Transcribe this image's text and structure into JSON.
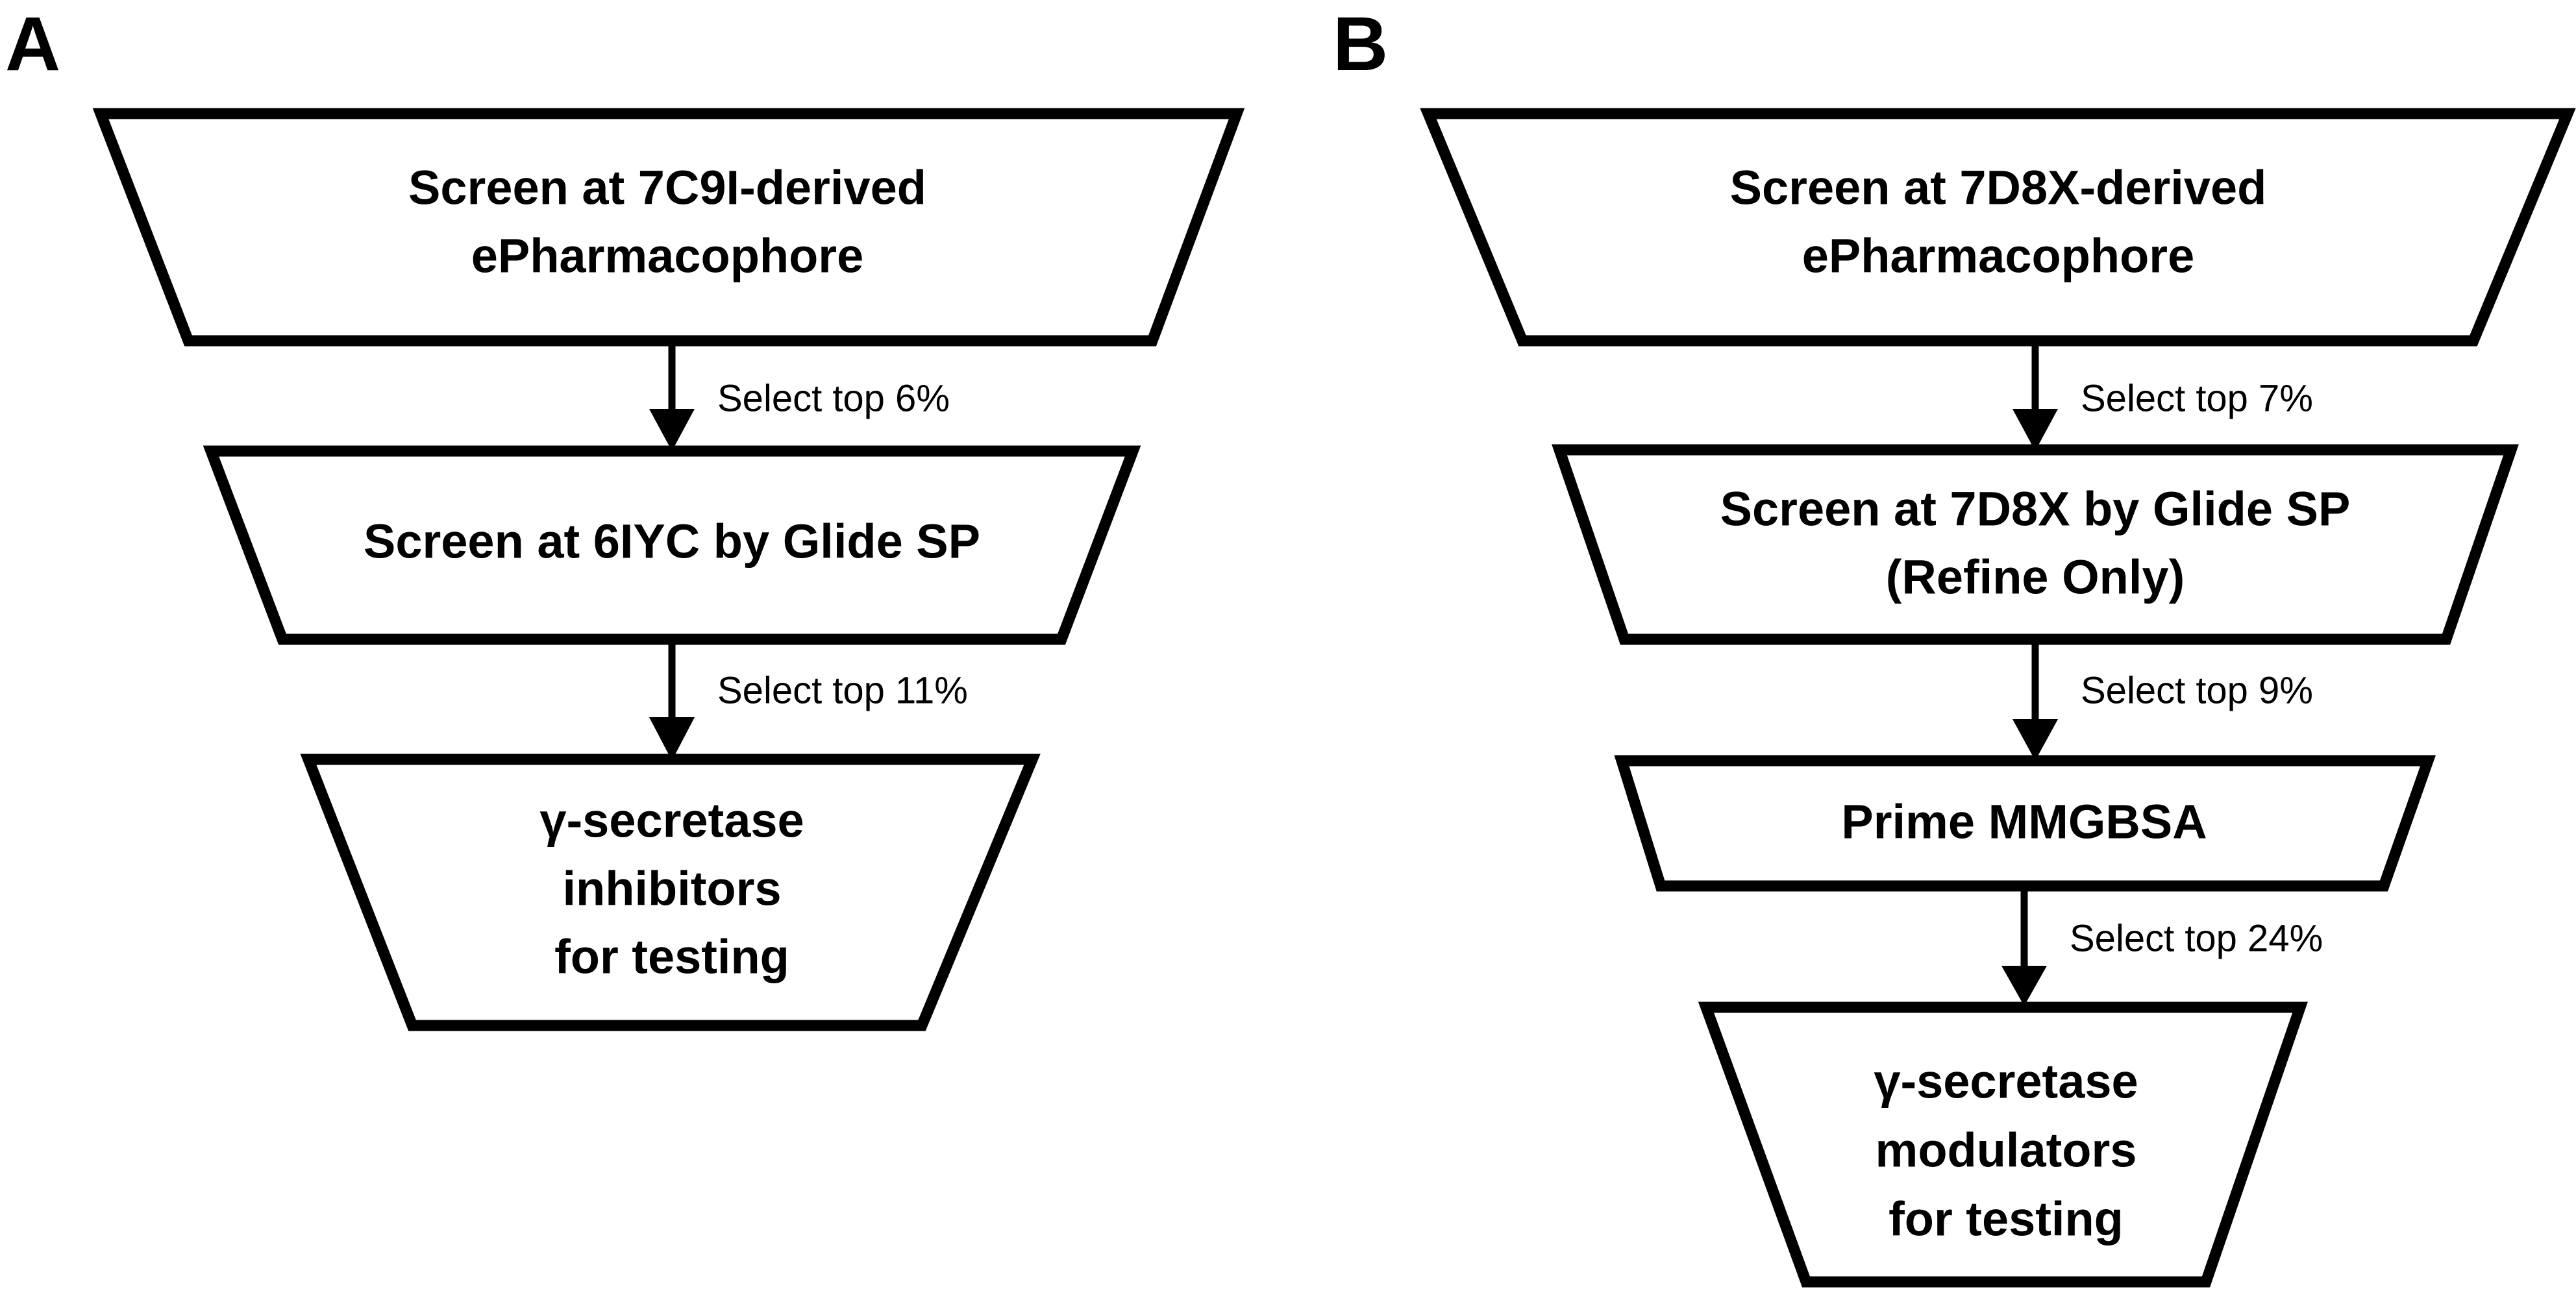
{
  "figure": {
    "background_color": "#ffffff",
    "stroke_color": "#000000",
    "title": "",
    "panels": [
      {
        "id": "A",
        "letter": "A",
        "nodes": [
          {
            "id": "a-node-1",
            "lines": [
              "Screen at 7C9I-derived",
              "ePharmacophore"
            ]
          },
          {
            "id": "a-node-2",
            "lines": [
              "Screen at 6IYC by Glide SP"
            ]
          },
          {
            "id": "a-node-3",
            "lines": [
              "γ-secretase",
              "inhibitors",
              "for testing"
            ]
          }
        ],
        "edges": [
          {
            "id": "a-edge-1",
            "label": "Select top 6%"
          },
          {
            "id": "a-edge-2",
            "label": "Select top 11%"
          }
        ]
      },
      {
        "id": "B",
        "letter": "B",
        "nodes": [
          {
            "id": "b-node-1",
            "lines": [
              "Screen at 7D8X-derived",
              "ePharmacophore"
            ]
          },
          {
            "id": "b-node-2",
            "lines": [
              "Screen at 7D8X by Glide SP",
              "(Refine Only)"
            ]
          },
          {
            "id": "b-node-3",
            "lines": [
              "Prime MMGBSA"
            ]
          },
          {
            "id": "b-node-4",
            "lines": [
              "γ-secretase",
              "modulators",
              "for testing"
            ]
          }
        ],
        "edges": [
          {
            "id": "b-edge-1",
            "label": "Select top 7%"
          },
          {
            "id": "b-edge-2",
            "label": "Select top 9%"
          },
          {
            "id": "b-edge-3",
            "label": "Select top 24%"
          }
        ]
      }
    ]
  }
}
